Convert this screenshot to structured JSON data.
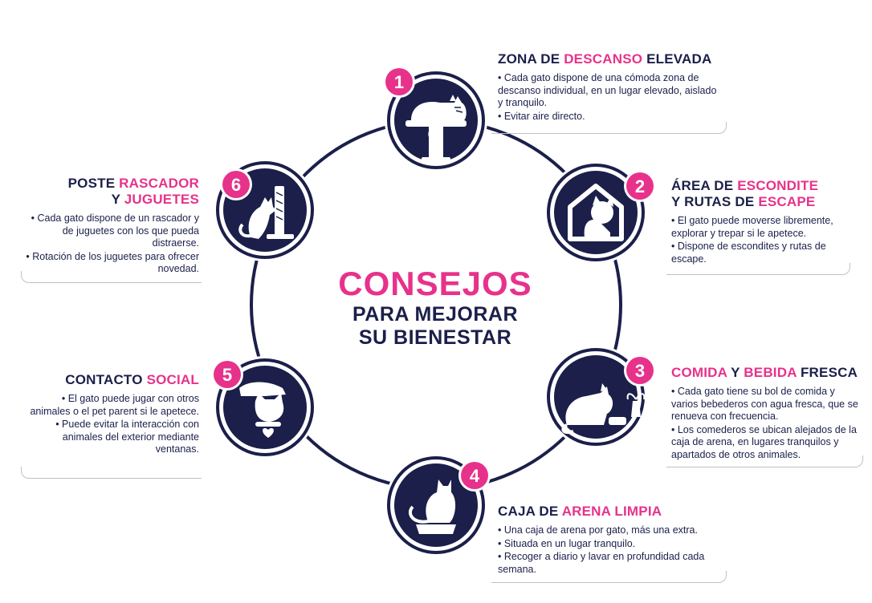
{
  "center": {
    "title": "CONSEJOS",
    "subtitle_line1": "PARA MEJORAR",
    "subtitle_line2": "SU BIENESTAR"
  },
  "colors": {
    "navy": "#1b1f4a",
    "pink": "#e7328b",
    "white": "#ffffff"
  },
  "tips": [
    {
      "number": "1",
      "icon": "cat-tree-icon",
      "title_a": "ZONA DE ",
      "title_hl": "DESCANSO",
      "title_b": " ELEVADA",
      "bullets": [
        "• Cada gato dispone de una cómoda zona de descanso individual, en un lugar elevado, aislado y tranquilo.",
        "• Evitar aire directo."
      ]
    },
    {
      "number": "2",
      "icon": "cat-hiding-house-icon",
      "title_a": "ÁREA DE ",
      "title_hl": "ESCONDITE",
      "title_line2_a": "Y RUTAS DE ",
      "title_line2_hl": "ESCAPE",
      "bullets": [
        "• El gato puede moverse libremente, explorar y trepar si le apetece.",
        "• Dispone de escondites y rutas de escape."
      ]
    },
    {
      "number": "3",
      "icon": "cat-food-water-icon",
      "title_hl": "COMIDA",
      "title_a": " Y ",
      "title_hl2": "BEBIDA",
      "title_b": " FRESCA",
      "bullets": [
        "• Cada gato tiene su bol de comida y varios bebederos con agua fresca, que se renueva con frecuencia.",
        "• Los comederos se ubican alejados de la caja de arena, en lugares tranquilos y apartados de otros animales."
      ]
    },
    {
      "number": "4",
      "icon": "cat-litter-box-icon",
      "title_a": "CAJA DE ",
      "title_hl": "ARENA LIMPIA",
      "bullets": [
        "• Una caja de arena por gato, más una extra.",
        "• Situada en un lugar tranquilo.",
        "• Recoger a diario y lavar en profundidad cada semana."
      ]
    },
    {
      "number": "5",
      "icon": "hand-petting-cat-icon",
      "title_a": "CONTACTO ",
      "title_hl": "SOCIAL",
      "bullets": [
        "• El gato puede jugar con otros animales o el pet parent si le apetece.",
        "• Puede evitar la interacción con animales del exterior mediante ventanas."
      ]
    },
    {
      "number": "6",
      "icon": "cat-scratching-post-icon",
      "title_a": "POSTE ",
      "title_hl": "RASCADOR",
      "title_line2_a": "Y ",
      "title_line2_hl": "JUGUETES",
      "bullets": [
        "• Cada gato dispone de un rascador y de juguetes con los que pueda distraerse.",
        "• Rotación de los juguetes para ofrecer novedad."
      ]
    }
  ]
}
